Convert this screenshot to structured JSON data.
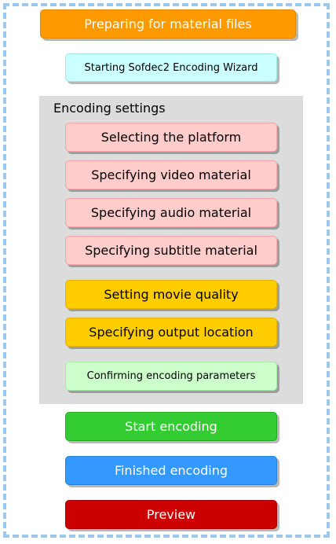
{
  "steps": {
    "preparing": "Preparing for material files",
    "wizard": "Starting Sofdec2 Encoding Wizard",
    "platform": "Selecting the platform",
    "video": "Specifying video material",
    "audio": "Specifying audio material",
    "subtitle": "Specifying subtitle material",
    "quality": "Setting movie quality",
    "output": "Specifying output location",
    "confirm": "Confirming encoding parameters",
    "start": "Start encoding",
    "finished": "Finished encoding",
    "preview": "Preview"
  },
  "group": {
    "title": "Encoding settings"
  },
  "colors": {
    "orange": "#ff9900",
    "cyan": "#ccffff",
    "pink": "#ffcccc",
    "yellow": "#ffcc00",
    "mint": "#ccffcc",
    "green": "#33cc33",
    "blue": "#3399ff",
    "red": "#cc0000",
    "frame_border": "#9cc8f0",
    "group_bg": "#dcdcdc"
  }
}
